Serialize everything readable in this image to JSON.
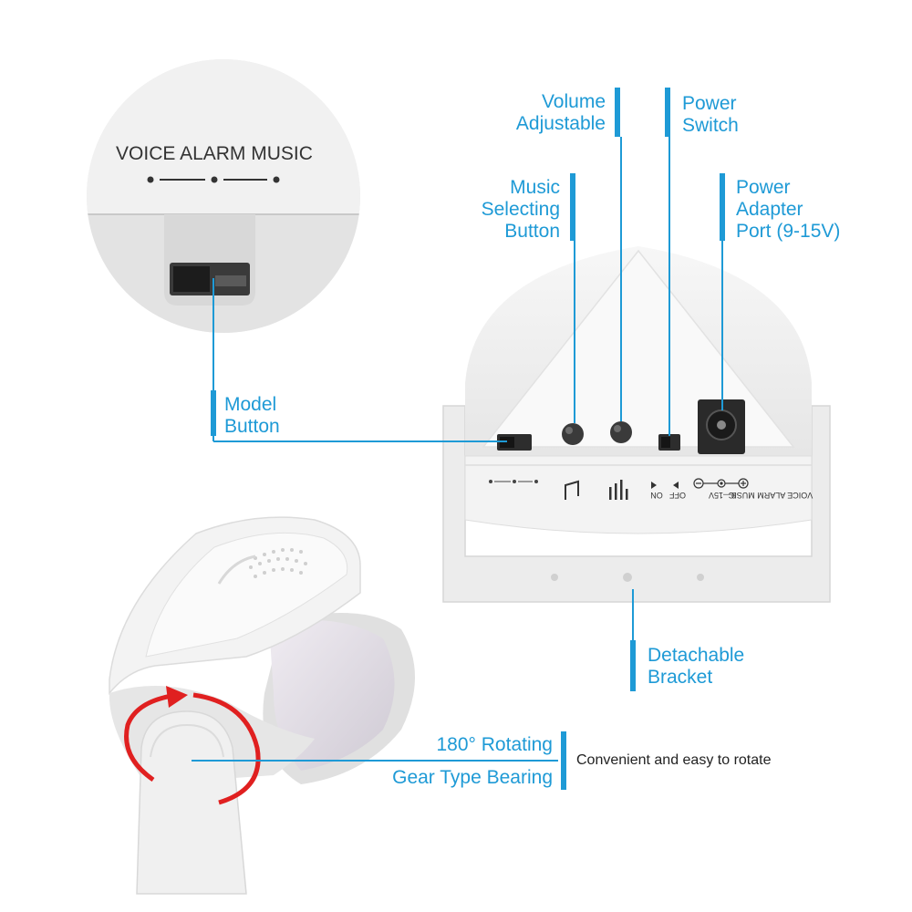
{
  "colors": {
    "accent": "#1e9ad6",
    "rotate_arrow": "#e02020",
    "device_body": "#f2f2f2",
    "device_shadow": "#d4d4d4"
  },
  "zoom_panel": {
    "mode_labels": "VOICE  ALARM  MUSIC"
  },
  "device_panel": {
    "mode_labels": "VOICE  ALARM  MUSIC",
    "switch_on": "ON",
    "switch_off": "OFF",
    "power_rating": "9—15V"
  },
  "callouts": {
    "volume": "Volume\nAdjustable",
    "power_switch": "Power\nSwitch",
    "music_button": "Music\nSelecting\nButton",
    "power_port": "Power\nAdapter\nPort (9-15V)",
    "model_button": "Model\nButton",
    "bracket": "Detachable\nBracket",
    "rotating_line1": "180° Rotating",
    "rotating_line2": "Gear Type Bearing"
  },
  "note": "Convenient and easy to rotate",
  "icons": [
    "music-note-icon",
    "volume-bars-icon",
    "power-polarity-icon",
    "rotate-arrow-icon"
  ]
}
